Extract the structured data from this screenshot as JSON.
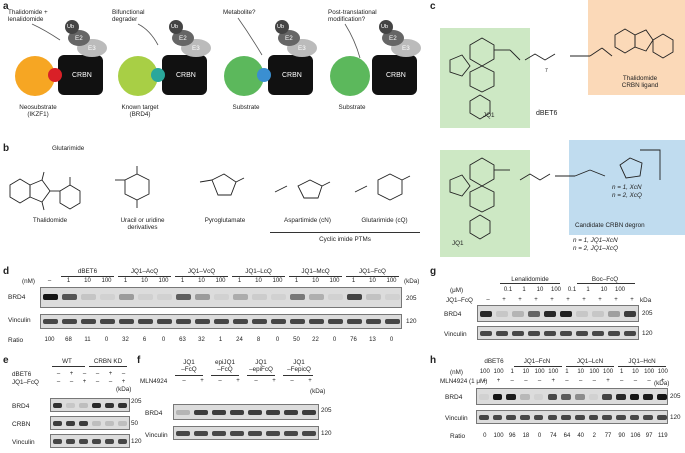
{
  "panel_labels": {
    "a": "a",
    "b": "b",
    "c": "c",
    "d": "d",
    "e": "e",
    "f": "f",
    "g": "g",
    "h": "h"
  },
  "panel_a": {
    "captions": [
      "Thalidomide +\nlenalidomide",
      "Bifunctional\ndegrader",
      "Metabolite?",
      "Post-translational\nmodification?"
    ],
    "crbn": "CRBN",
    "e3": "E3",
    "e2": "E2",
    "ub": "Ub",
    "substrates": [
      "Neosubstrate\n(IKZF1)",
      "Known target\n(BRD4)",
      "Substrate",
      "Substrate"
    ],
    "colors": {
      "orange": "#f6a623",
      "lime": "#a8cf45",
      "green": "#5cb85c",
      "red": "#d92027",
      "teal": "#2aa79b",
      "blue": "#3a8fd1"
    }
  },
  "panel_b": {
    "glutarimide": "Glutarimide",
    "names": [
      "Thalidomide",
      "Uracil or uridine\nderivatives",
      "Pyroglutamate",
      "Aspartimide (cN)",
      "Glutarimide (cQ)"
    ],
    "group": "Cyclic imide PTMs",
    "r": "R"
  },
  "panel_c": {
    "dbet6": "dBET6",
    "jq1": "JQ1",
    "thal_ligand": "Thalidomide\nCRBN ligand",
    "degron": "Candidate CRBN degron",
    "n_labels": [
      "n = 1, XcN",
      "n = 2, XcQ"
    ],
    "n_labels2": [
      "n = 1, JQ1–XcN",
      "n = 2, JQ1–XcQ"
    ],
    "sub7": "7",
    "colors": {
      "green_box": "#cde8c4",
      "orange_box": "#fbd9b8",
      "blue_box": "#c0dcef"
    }
  },
  "panel_d": {
    "nm": "(nM)",
    "groups": [
      "dBET6",
      "JQ1–AcQ",
      "JQ1–VcQ",
      "JQ1–LcQ",
      "JQ1–McQ",
      "JQ1–FcQ"
    ],
    "doses": [
      "–",
      "1",
      "10",
      "100",
      "1",
      "10",
      "100",
      "1",
      "10",
      "100",
      "1",
      "10",
      "100",
      "1",
      "10",
      "100",
      "1",
      "10",
      "100"
    ],
    "rows": [
      "BRD4",
      "Vinculin"
    ],
    "ratio_label": "Ratio",
    "ratios": [
      "100",
      "68",
      "11",
      "0",
      "32",
      "6",
      "0",
      "63",
      "32",
      "1",
      "24",
      "8",
      "0",
      "50",
      "22",
      "0",
      "76",
      "13",
      "0"
    ],
    "kda": "(kDa)",
    "mw": [
      "205",
      "120"
    ]
  },
  "panel_e": {
    "cols": [
      "WT",
      "CRBN KD"
    ],
    "rows_treat": [
      "dBET6",
      "JQ1–FcQ"
    ],
    "signs": [
      [
        "–",
        "+",
        "–",
        "–",
        "+",
        "–"
      ],
      [
        "–",
        "–",
        "+",
        "–",
        "–",
        "+"
      ]
    ],
    "rows": [
      "BRD4",
      "CRBN",
      "Vinculin"
    ],
    "kda": "(kDa)",
    "mw": [
      "205",
      "50",
      "120"
    ]
  },
  "panel_f": {
    "groups": [
      "JQ1\n–FcQ",
      "epiJQ1\n–FcQ",
      "JQ1\n–epiFcQ",
      "JQ1\n–FepicQ"
    ],
    "mln": "MLN4924",
    "signs": [
      "–",
      "+",
      "–",
      "+",
      "–",
      "+",
      "–",
      "+"
    ],
    "rows": [
      "BRD4",
      "Vinculin"
    ],
    "kda": "(kDa)",
    "mw": [
      "205",
      "120"
    ]
  },
  "panel_g": {
    "um": "(μM)",
    "groups": [
      "Lenalidomide",
      "Boc–FcQ"
    ],
    "doses": [
      "0.1",
      "1",
      "10",
      "100",
      "0.1",
      "1",
      "10",
      "100"
    ],
    "jq1fcq": "JQ1–FcQ",
    "signs": [
      "–",
      "+",
      "+",
      "+",
      "+",
      "+",
      "+",
      "+",
      "+",
      "+"
    ],
    "rows": [
      "BRD4",
      "Vinculin"
    ],
    "kda": "kDa",
    "mw": [
      "205",
      "120"
    ]
  },
  "panel_h": {
    "top": "dBET6",
    "groups": [
      "JQ1–FcN",
      "JQ1–LcN",
      "JQ1–HcN"
    ],
    "nm": "(nM)",
    "doses": [
      "100",
      "100",
      "1",
      "10",
      "100",
      "100",
      "1",
      "10",
      "100",
      "100",
      "1",
      "10",
      "100",
      "100"
    ],
    "mln": "MLN4924 (1 μM)",
    "signs": [
      "–",
      "+",
      "–",
      "–",
      "–",
      "+",
      "–",
      "–",
      "–",
      "+",
      "–",
      "–",
      "–",
      "+"
    ],
    "rows": [
      "BRD4",
      "Vinculin"
    ],
    "ratio_label": "Ratio",
    "ratios": [
      "0",
      "100",
      "96",
      "18",
      "0",
      "74",
      "64",
      "40",
      "2",
      "77",
      "90",
      "106",
      "97",
      "119"
    ],
    "kda": "(kDa)",
    "mw": [
      "205",
      "120"
    ]
  }
}
